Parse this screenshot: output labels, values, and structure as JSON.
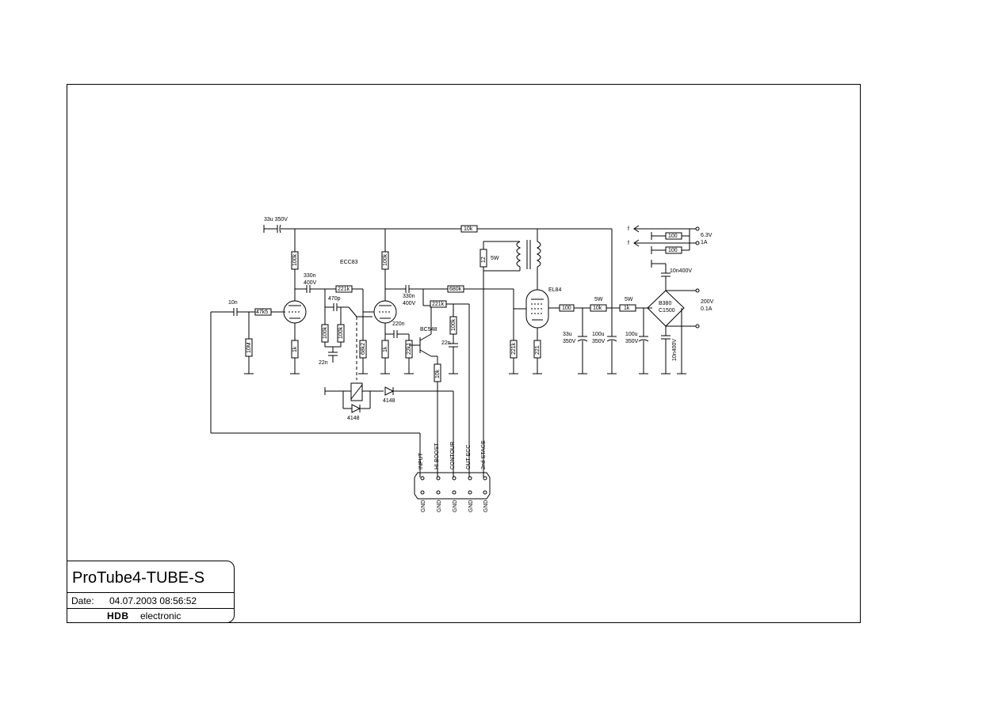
{
  "title_block": {
    "title": "ProTube4-TUBE-S",
    "date_label": "Date:",
    "date_value": "04.07.2003 08:56:52",
    "logo_text": "HDB",
    "company": "electronic"
  },
  "labels": {
    "c_in": "10n",
    "r_in": "47k5",
    "r_grid": "10M",
    "c_supply": "33u 350V",
    "r_plate1": "100k",
    "c_couple1": "330n\n400V",
    "tube_ecc": "ECC83",
    "r_coupling": "221k",
    "c_470p": "470p",
    "r_100k_a": "100k",
    "r_100k_b": "100k",
    "c_22n_a": "22n",
    "r_cathode1": "1k",
    "r_68k2": "68k2",
    "diode1": "4148",
    "diode2": "4148",
    "r_plate2": "100k",
    "c_couple2": "330n\n400V",
    "c_220n": "220n",
    "r_cathode2": "1k",
    "r_22k1": "22k1",
    "transistor": "BC548",
    "c_22n_b": "22n",
    "r_221k_b": "221k",
    "r_100k_c": "100k",
    "r_680k": "680k",
    "r_10k_bot": "10k",
    "r_10k_top": "10k",
    "r_12": "12",
    "sw_5w_a": "5W",
    "tube_el": "EL84",
    "r_221k_c": "221k",
    "r_221_cath": "221",
    "r_100": "100",
    "c_33u": "33u\n350V",
    "c_100u_a": "100u\n350V",
    "sw_5w_b": "5W",
    "r_10k_r": "10k",
    "sw_5w_c": "5W",
    "r_1k": "1k",
    "c_100u_b": "100u\n350V",
    "bridge": "B380\nC1500",
    "c_10n_top": "10n400V",
    "c_10n_bot": "10n400V",
    "volt_200": "200V\n0.1A",
    "volt_63": "6.3V\n1A",
    "r_heat1": "100",
    "r_heat2": "100",
    "f1": "f",
    "f2": "f"
  },
  "connector": {
    "pins_top": [
      "INPUT",
      "HI BOOST",
      "CONTOUR",
      "OUT ECC",
      "2nd STAGE"
    ],
    "pins_bottom": [
      "GND",
      "GND",
      "GND",
      "GND",
      "GND"
    ]
  }
}
